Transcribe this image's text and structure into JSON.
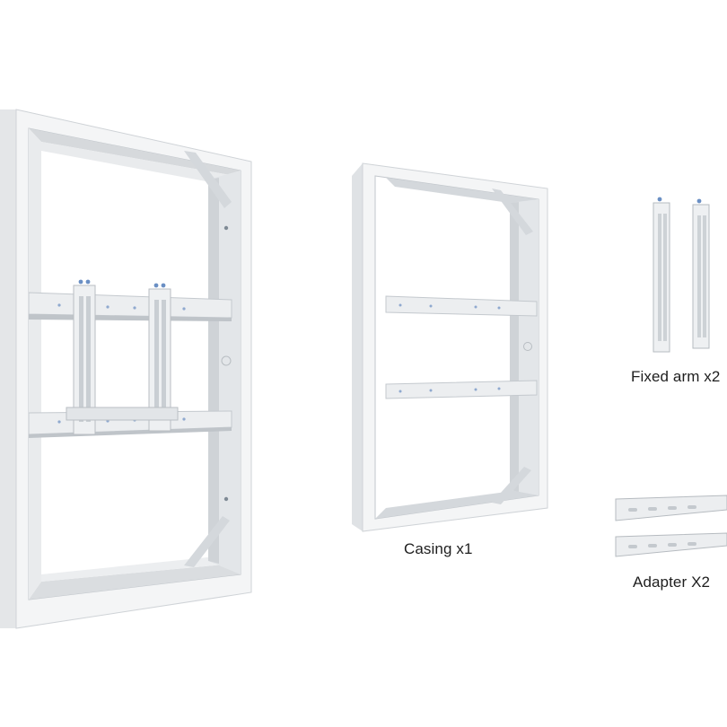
{
  "products": [
    {
      "id": "assembled-mount",
      "caption": ""
    },
    {
      "id": "casing",
      "caption": "Casing x1"
    },
    {
      "id": "fixed-arm",
      "caption": "Fixed arm x2"
    },
    {
      "id": "adapter",
      "caption": "Adapter X2"
    }
  ],
  "colors": {
    "background": "#ffffff",
    "frame_face": "#f4f5f6",
    "frame_side": "#d9dcdf",
    "frame_inner": "#c9cdd1",
    "rail": "#e6e8ea",
    "rail_shadow": "#b8bdc2",
    "screw": "#6a8fc4",
    "caption_text": "#1e1e1e"
  }
}
